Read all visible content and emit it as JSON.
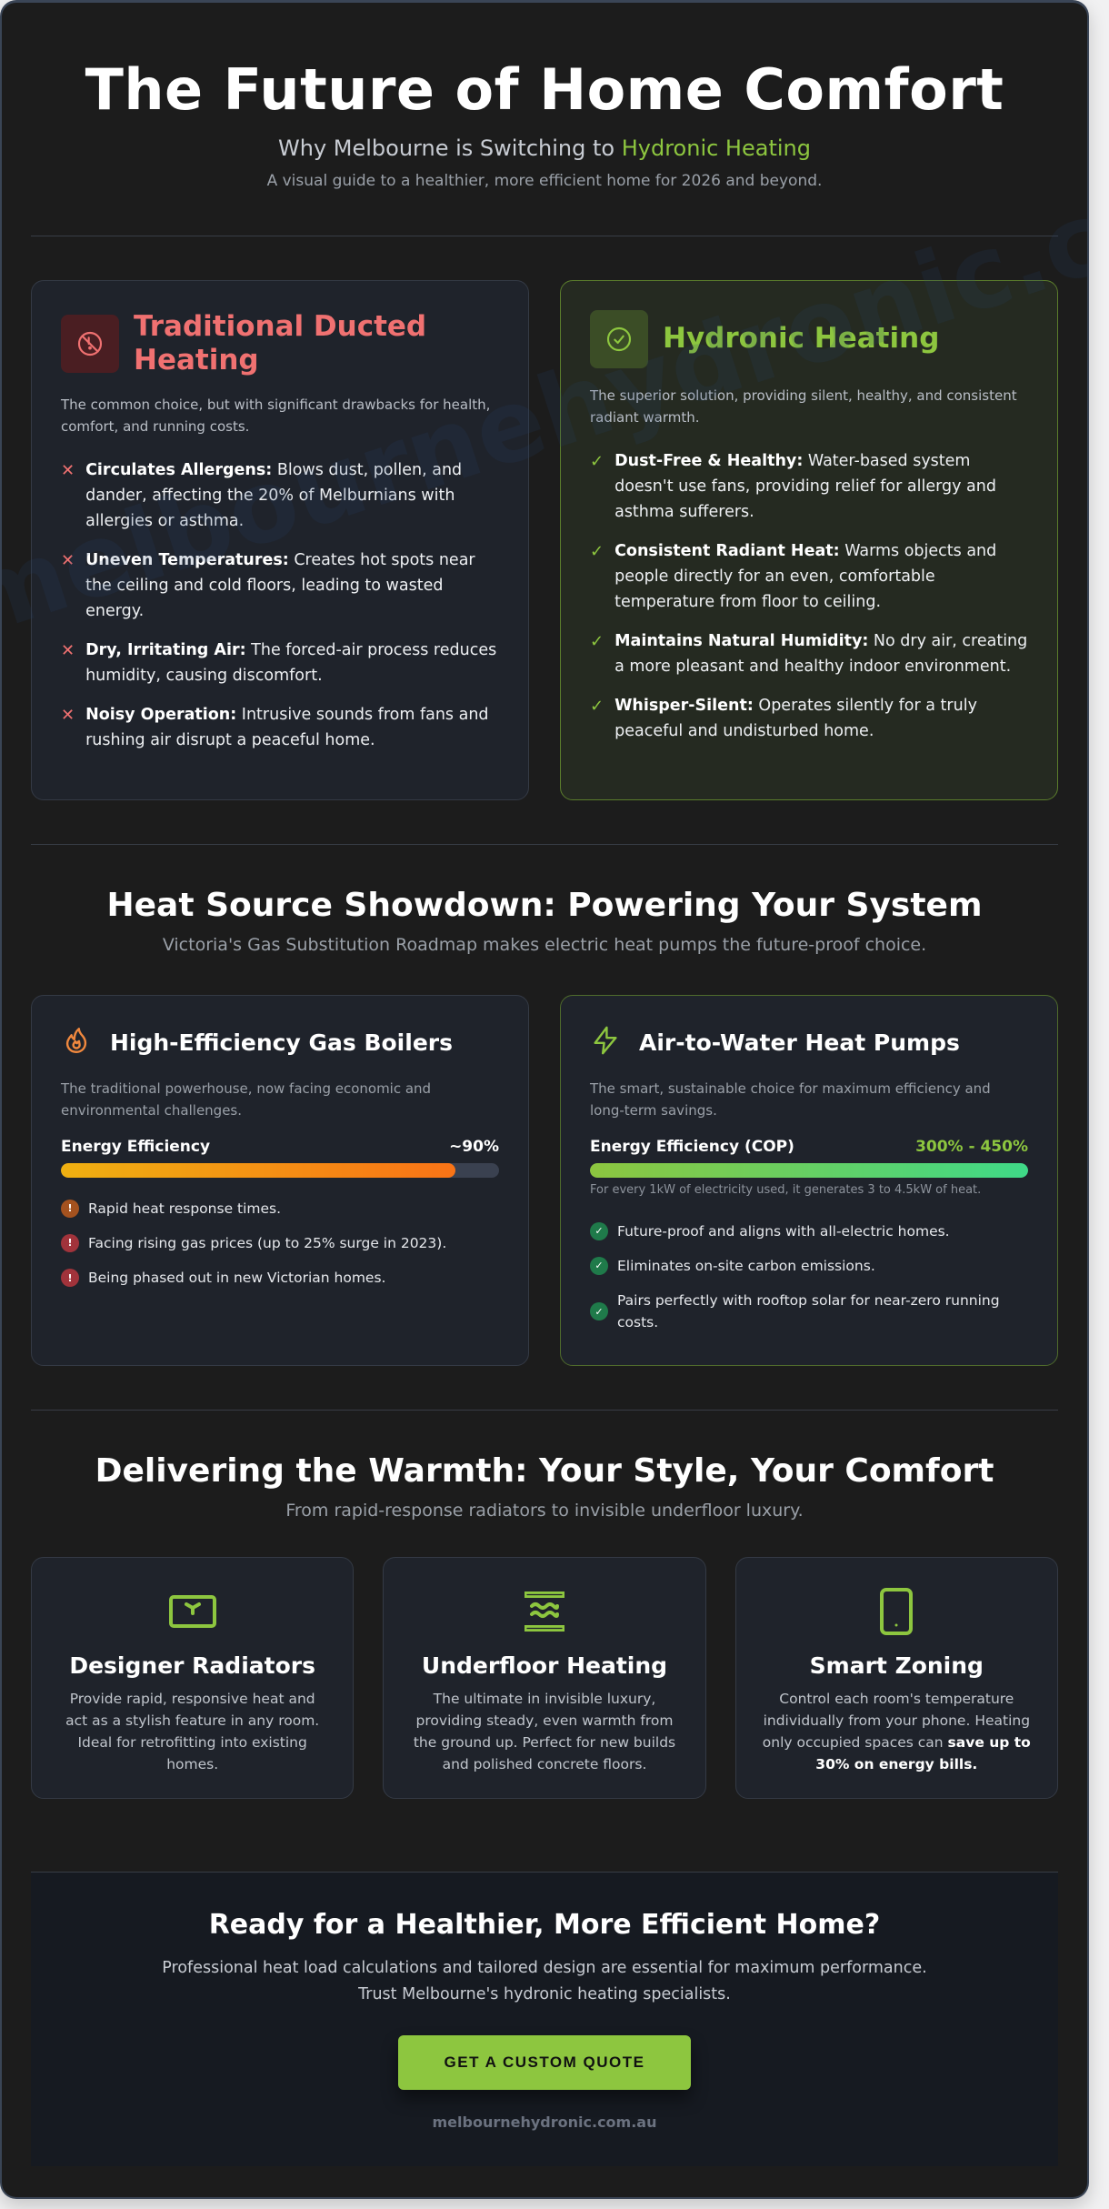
{
  "header": {
    "title": "The Future of Home Comfort",
    "subtitle_prefix": "Why Melbourne is Switching to ",
    "subtitle_accent": "Hydronic Heating",
    "tagline": "A visual guide to a healthier, more efficient home for 2026 and beyond."
  },
  "watermark": "melbournehydronic.com.au",
  "comparison": {
    "traditional": {
      "title": "Traditional Ducted Heating",
      "icon": "no-fan-icon",
      "description": "The common choice, but with significant drawbacks for health, comfort, and running costs.",
      "items": [
        {
          "label": "Circulates Allergens:",
          "text": " Blows dust, pollen, and dander, affecting the 20% of Melburnians with allergies or asthma."
        },
        {
          "label": "Uneven Temperatures:",
          "text": " Creates hot spots near the ceiling and cold floors, leading to wasted energy."
        },
        {
          "label": "Dry, Irritating Air:",
          "text": " The forced-air process reduces humidity, causing discomfort."
        },
        {
          "label": "Noisy Operation:",
          "text": " Intrusive sounds from fans and rushing air disrupt a peaceful home."
        }
      ]
    },
    "hydronic": {
      "title": "Hydronic Heating",
      "icon": "check-circle-icon",
      "description": "The superior solution, providing silent, healthy, and consistent radiant warmth.",
      "items": [
        {
          "label": "Dust-Free & Healthy:",
          "text": " Water-based system doesn't use fans, providing relief for allergy and asthma sufferers."
        },
        {
          "label": "Consistent Radiant Heat:",
          "text": " Warms objects and people directly for an even, comfortable temperature from floor to ceiling."
        },
        {
          "label": "Maintains Natural Humidity:",
          "text": " No dry air, creating a more pleasant and healthy indoor environment."
        },
        {
          "label": "Whisper-Silent:",
          "text": " Operates silently for a truly peaceful and undisturbed home."
        }
      ]
    }
  },
  "heat_sources": {
    "title": "Heat Source Showdown: Powering Your System",
    "subtitle": "Victoria's Gas Substitution Roadmap makes electric heat pumps the future-proof choice.",
    "gas": {
      "title": "High-Efficiency Gas Boilers",
      "icon": "flame-icon",
      "description": "The traditional powerhouse, now facing economic and environmental challenges.",
      "efficiency_label": "Energy Efficiency",
      "efficiency_value": "~90%",
      "efficiency_fill_pct": 90,
      "items": [
        {
          "badge": "orange",
          "text": "Rapid heat response times."
        },
        {
          "badge": "red",
          "text": "Facing rising gas prices (up to 25% surge in 2023)."
        },
        {
          "badge": "red",
          "text": "Being phased out in new Victorian homes."
        }
      ]
    },
    "pump": {
      "title": "Air-to-Water Heat Pumps",
      "icon": "lightning-icon",
      "description": "The smart, sustainable choice for maximum efficiency and long-term savings.",
      "efficiency_label": "Energy Efficiency (COP)",
      "efficiency_value": "300% - 450%",
      "efficiency_fill_pct": 100,
      "efficiency_note": "For every 1kW of electricity used, it generates 3 to 4.5kW of heat.",
      "items": [
        {
          "badge": "green",
          "text": "Future-proof and aligns with all-electric homes."
        },
        {
          "badge": "green",
          "text": "Eliminates on-site carbon emissions."
        },
        {
          "badge": "green",
          "text": "Pairs perfectly with rooftop solar for near-zero running costs."
        }
      ]
    }
  },
  "delivery": {
    "title": "Delivering the Warmth: Your Style, Your Comfort",
    "subtitle": "From rapid-response radiators to invisible underfloor luxury.",
    "cards": [
      {
        "icon": "radiator-icon",
        "title": "Designer Radiators",
        "text": "Provide rapid, responsive heat and act as a stylish feature in any room. Ideal for retrofitting into existing homes.",
        "bold": ""
      },
      {
        "icon": "underfloor-icon",
        "title": "Underfloor Heating",
        "text": "The ultimate in invisible luxury, providing steady, even warmth from the ground up. Perfect for new builds and polished concrete floors.",
        "bold": ""
      },
      {
        "icon": "smartphone-icon",
        "title": "Smart Zoning",
        "text": "Control each room's temperature individually from your phone. Heating only occupied spaces can ",
        "bold": "save up to 30% on energy bills."
      }
    ]
  },
  "cta": {
    "title": "Ready for a Healthier, More Efficient Home?",
    "line1": "Professional heat load calculations and tailored design are essential for maximum performance.",
    "line2": "Trust Melbourne's hydronic heating specialists.",
    "button_label": "GET A CUSTOM QUOTE",
    "website": "melbournehydronic.com.au"
  },
  "colors": {
    "accent_green": "#8dc63f",
    "danger_red": "#f07171",
    "gas_orange": "#f97316",
    "page_bg": "#1c1c1c",
    "card_bg": "#1f232b"
  }
}
